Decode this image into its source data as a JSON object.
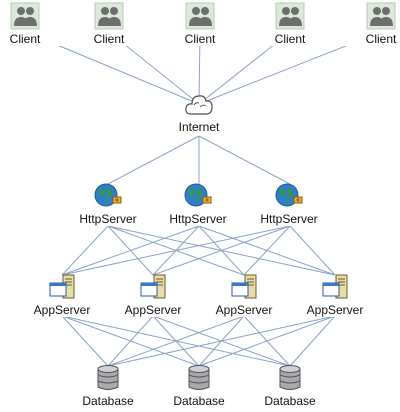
{
  "diagram": {
    "tiers": [
      {
        "tier": "clients",
        "icon": "users-icon",
        "nodes": [
          "Client",
          "Client",
          "Client",
          "Client",
          "Client"
        ]
      },
      {
        "tier": "internet",
        "icon": "cloud-icon",
        "nodes": [
          "Internet"
        ]
      },
      {
        "tier": "http",
        "icon": "globe-server-icon",
        "nodes": [
          "HttpServer",
          "HttpServer",
          "HttpServer"
        ]
      },
      {
        "tier": "app",
        "icon": "app-server-icon",
        "nodes": [
          "AppServer",
          "AppServer",
          "AppServer",
          "AppServer"
        ]
      },
      {
        "tier": "db",
        "icon": "database-icon",
        "nodes": [
          "Database",
          "Database",
          "Database"
        ]
      }
    ],
    "connections": [
      "all Client -> Internet",
      "Internet -> all HttpServer",
      "all HttpServer -> all AppServer",
      "all AppServer -> all Database"
    ],
    "colors": {
      "edge": "#8aa2c8",
      "text": "#111111",
      "background": "#ffffff"
    }
  }
}
